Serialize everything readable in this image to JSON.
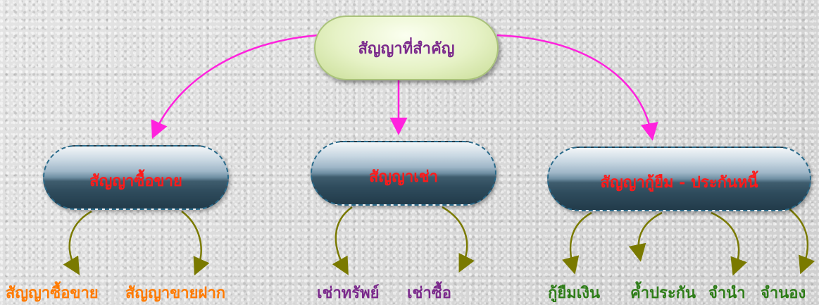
{
  "root": {
    "label": "สัญญาที่สำคัญ"
  },
  "categories": [
    {
      "label": "สัญญาซื้อขาย"
    },
    {
      "label": "สัญญาเช่า"
    },
    {
      "label": "สัญญากู้ยืม - ประกันหนี้"
    }
  ],
  "leaves": {
    "sale": [
      "สัญญาซื้อขาย",
      "สัญญาขายฝาก"
    ],
    "rent": [
      "เช่าทรัพย์",
      "เช่าซื้อ"
    ],
    "loan": [
      "กู้ยืมเงิน",
      "ค้ำประกัน",
      "จำนำ",
      "จำนอง"
    ]
  },
  "colors": {
    "root_arrows": "#ff22dd",
    "leaf_arrows": "#7a7a00",
    "root_text": "#7b2a8c",
    "category_text": "#ff1a1a",
    "sale_leaf_text": "#ff7a00",
    "rent_leaf_text": "#7b2a8c",
    "loan_leaf_text": "#2e7d18"
  }
}
